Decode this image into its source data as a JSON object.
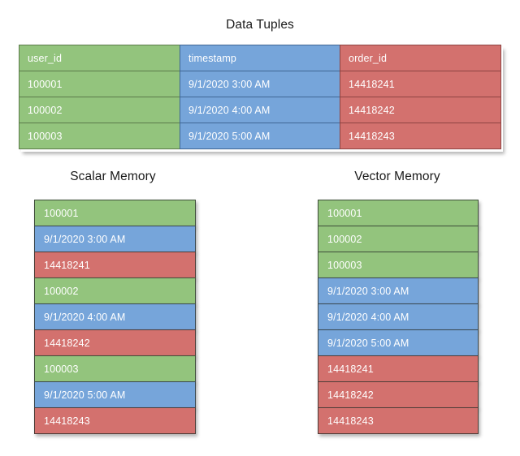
{
  "headings": {
    "tuples": "Data Tuples",
    "scalar": "Scalar Memory",
    "vector": "Vector Memory"
  },
  "colors": {
    "green": "#93c47d",
    "blue": "#76a5da",
    "red": "#d3716e",
    "text": "#ffffff",
    "background": "#ffffff"
  },
  "table": {
    "columns": [
      {
        "header": "user_id",
        "color_key": "green"
      },
      {
        "header": "timestamp",
        "color_key": "blue"
      },
      {
        "header": "order_id",
        "color_key": "red"
      }
    ],
    "rows": [
      [
        "100001",
        "9/1/2020 3:00 AM",
        "14418241"
      ],
      [
        "100002",
        "9/1/2020 4:00 AM",
        "14418242"
      ],
      [
        "100003",
        "9/1/2020 5:00 AM",
        "14418243"
      ]
    ]
  },
  "scalar_memory": {
    "cells": [
      {
        "value": "100001",
        "color_key": "green"
      },
      {
        "value": "9/1/2020 3:00 AM",
        "color_key": "blue"
      },
      {
        "value": "14418241",
        "color_key": "red"
      },
      {
        "value": "100002",
        "color_key": "green"
      },
      {
        "value": "9/1/2020 4:00 AM",
        "color_key": "blue"
      },
      {
        "value": "14418242",
        "color_key": "red"
      },
      {
        "value": "100003",
        "color_key": "green"
      },
      {
        "value": "9/1/2020 5:00 AM",
        "color_key": "blue"
      },
      {
        "value": "14418243",
        "color_key": "red"
      }
    ]
  },
  "vector_memory": {
    "cells": [
      {
        "value": "100001",
        "color_key": "green"
      },
      {
        "value": "100002",
        "color_key": "green"
      },
      {
        "value": "100003",
        "color_key": "green"
      },
      {
        "value": "9/1/2020 3:00 AM",
        "color_key": "blue"
      },
      {
        "value": "9/1/2020 4:00 AM",
        "color_key": "blue"
      },
      {
        "value": "9/1/2020 5:00 AM",
        "color_key": "blue"
      },
      {
        "value": "14418241",
        "color_key": "red"
      },
      {
        "value": "14418242",
        "color_key": "red"
      },
      {
        "value": "14418243",
        "color_key": "red"
      }
    ]
  }
}
